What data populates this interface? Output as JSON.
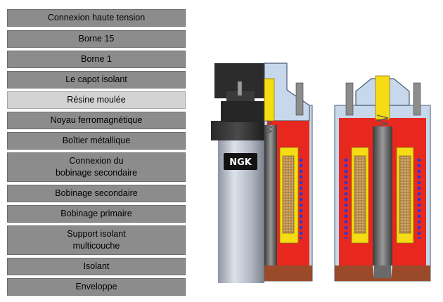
{
  "menu": {
    "items": [
      {
        "label": "Connexion haute tension",
        "active": false
      },
      {
        "label": "Borne 15",
        "active": false
      },
      {
        "label": "Borne 1",
        "active": false
      },
      {
        "label": "Le capot isolant",
        "active": false
      },
      {
        "label": "Résine moulée",
        "active": true
      },
      {
        "label": "Noyau ferromagnétique",
        "active": false
      },
      {
        "label": "Boîtier métallique",
        "active": false
      },
      {
        "label": "Connexion du\nbobinage secondaire",
        "active": false
      },
      {
        "label": "Bobinage secondaire",
        "active": false
      },
      {
        "label": "Bobinage primaire",
        "active": false
      },
      {
        "label": "Support isolant\nmulticouche",
        "active": false
      },
      {
        "label": "Isolant",
        "active": false
      },
      {
        "label": "Enveloppe",
        "active": false
      }
    ]
  },
  "diagram": {
    "brand_label": "NGK",
    "colors": {
      "insulation": "#e8281e",
      "yellow": "#f5dc14",
      "brown": "#9a4a28",
      "steel_blue": "#c8d8ec",
      "core": "#4a4a4a",
      "winding": "#c89858",
      "primary_dots": "#2a3ad8",
      "cap_black": "#1a1a1a",
      "can_gray": "#b8bec8"
    }
  }
}
